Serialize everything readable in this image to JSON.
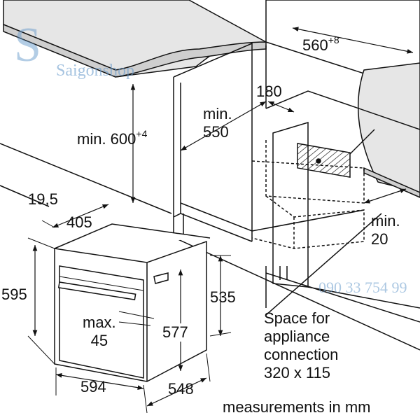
{
  "labels": {
    "width_niche": "560",
    "width_niche_tol": "+8",
    "height_min": "min. 600",
    "height_min_tol": "+4",
    "depth_min_l1": "min.",
    "depth_min_l2": "550",
    "vent": "180",
    "gap_l1": "min.",
    "gap_l2": "20",
    "front_offset": "19,5",
    "depth_body": "405",
    "height_front": "595",
    "height_back": "535",
    "handle_l1": "max.",
    "handle_l2": "45",
    "height_body": "577",
    "width_front": "594",
    "depth_total": "548",
    "connection_l1": "Space for",
    "connection_l2": "appliance",
    "connection_l3": "connection",
    "connection_l4": "320 x 115",
    "units": "measurements in mm"
  },
  "watermark": {
    "brand": "Saigonshop",
    "phone": "090 33 754 99",
    "color": "#6a9ccc"
  }
}
